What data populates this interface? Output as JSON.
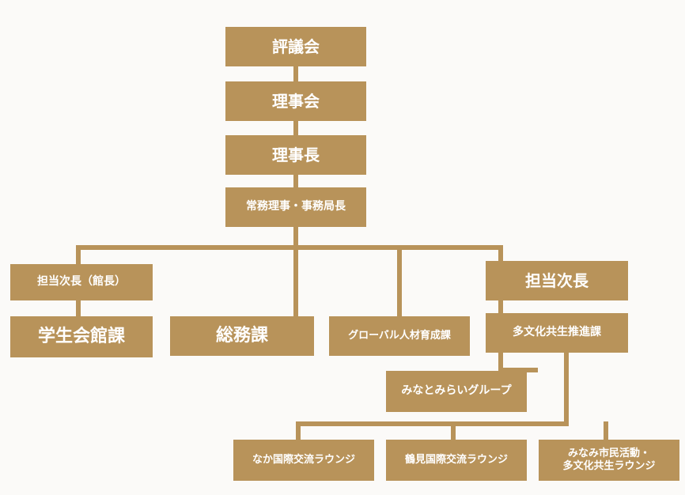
{
  "org_chart": {
    "council": "評議会",
    "board": "理事会",
    "chairman": "理事長",
    "executive_director": "常務理事・事務局長",
    "deputy_left": "担当次長（館長）",
    "deputy_right": "担当次長",
    "student_hall": "学生会館課",
    "general_affairs": "総務課",
    "global_talent": "グローバル人材育成課",
    "multicultural": "多文化共生推進課",
    "minatomirai_group": "みなとみらいグループ",
    "naka_lounge": "なか国際交流ラウンジ",
    "tsurumi_lounge": "鶴見国際交流ラウンジ",
    "minami_line1": "みなみ市民活動・",
    "minami_line2": "多文化共生ラウンジ"
  }
}
